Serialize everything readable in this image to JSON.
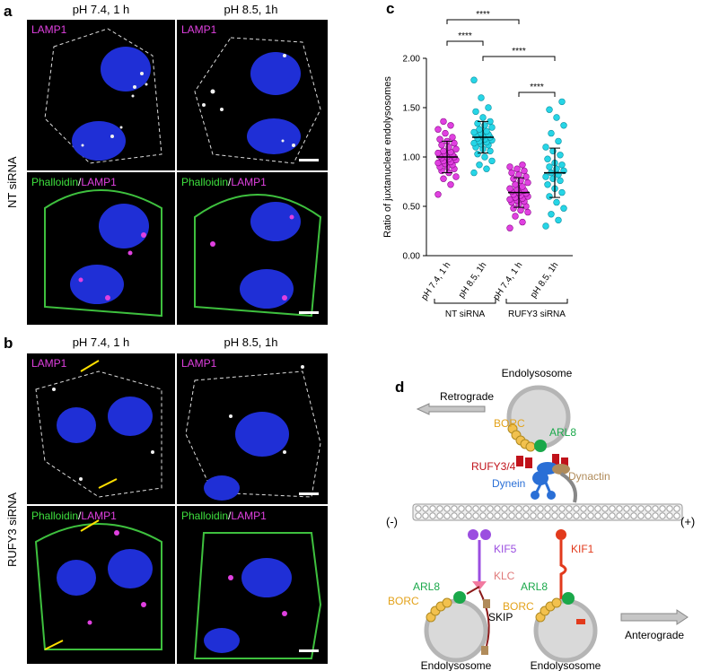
{
  "figure": {
    "panel_a": {
      "letter": "a",
      "col_labels": [
        "pH 7.4, 1 h",
        "pH 8.5, 1h"
      ],
      "row_label": "NT siRNA",
      "top_label": "LAMP1",
      "bottom_label_green": "Phalloidin",
      "bottom_label_sep": "/",
      "bottom_label_magenta": "LAMP1"
    },
    "panel_b": {
      "letter": "b",
      "col_labels": [
        "pH 7.4, 1 h",
        "pH 8.5, 1h"
      ],
      "row_label": "RUFY3 siRNA",
      "top_label": "LAMP1",
      "bottom_label_green": "Phalloidin",
      "bottom_label_sep": "/",
      "bottom_label_magenta": "LAMP1"
    },
    "panel_c": {
      "letter": "c"
    },
    "panel_d": {
      "letter": "d",
      "labels": {
        "endolysosome_top": "Endolysosome",
        "retrograde": "Retrograde",
        "borc_top": "BORC",
        "arl8_top": "ARL8",
        "rufy": "RUFY3/4",
        "dynein": "Dynein",
        "dynactin": "Dynactin",
        "minus": "(-)",
        "plus": "(+)",
        "kif5": "KIF5",
        "klc": "KLC",
        "kif1": "KIF1",
        "arl8_left": "ARL8",
        "borc_left": "BORC",
        "skip": "SKIP",
        "arl8_right": "ARL8",
        "borc_right": "BORC",
        "anterograde": "Anterograde",
        "endolysosome_left": "Endolysosome",
        "endolysosome_right": "Endolysosome"
      }
    },
    "colors": {
      "magenta": "#e040e0",
      "cyan": "#26d5e6",
      "green": "#3ee03e",
      "nucleus_blue": "#1f2fd6",
      "borc": "#f2c14e",
      "arl8": "#1aa84a",
      "rufy": "#c0121a",
      "dynein": "#2a6fd6",
      "dynactin": "#b08b5a",
      "kif5": "#9b4ee0",
      "kif1": "#e23a1c"
    }
  },
  "chart_data": {
    "type": "scatter",
    "title": "",
    "ylabel": "Ratio of juxtanuclear endolysosomes",
    "ylim": [
      0.0,
      2.0
    ],
    "yticks": [
      "0.00",
      "0.50",
      "1.00",
      "1.50",
      "2.00"
    ],
    "categories": [
      "pH 7.4, 1 h",
      "pH 8.5, 1h",
      "pH 7.4, 1 h",
      "pH 8.5, 1h"
    ],
    "groups": [
      {
        "label": "NT siRNA",
        "categories": [
          0,
          1
        ]
      },
      {
        "label": "RUFY3 siRNA",
        "categories": [
          2,
          3
        ]
      }
    ],
    "series": [
      {
        "mean": 1.0,
        "sd": 0.16,
        "color": "magenta",
        "values": [
          0.62,
          0.72,
          0.78,
          0.8,
          0.84,
          0.86,
          0.88,
          0.9,
          0.9,
          0.92,
          0.93,
          0.94,
          0.95,
          0.96,
          0.97,
          0.98,
          0.99,
          1.0,
          1.0,
          1.01,
          1.02,
          1.03,
          1.04,
          1.05,
          1.06,
          1.08,
          1.1,
          1.12,
          1.14,
          1.16,
          1.18,
          1.2,
          1.24,
          1.28,
          1.32,
          1.36
        ]
      },
      {
        "mean": 1.2,
        "sd": 0.16,
        "color": "cyan",
        "values": [
          0.84,
          0.88,
          0.92,
          0.96,
          1.0,
          1.03,
          1.06,
          1.08,
          1.1,
          1.12,
          1.13,
          1.14,
          1.15,
          1.16,
          1.17,
          1.18,
          1.19,
          1.2,
          1.21,
          1.22,
          1.23,
          1.24,
          1.25,
          1.26,
          1.28,
          1.3,
          1.32,
          1.34,
          1.36,
          1.4,
          1.46,
          1.5,
          1.6,
          1.78
        ]
      },
      {
        "mean": 0.64,
        "sd": 0.15,
        "color": "magenta",
        "values": [
          0.28,
          0.34,
          0.4,
          0.44,
          0.46,
          0.48,
          0.5,
          0.52,
          0.54,
          0.55,
          0.56,
          0.57,
          0.58,
          0.59,
          0.6,
          0.61,
          0.62,
          0.63,
          0.64,
          0.65,
          0.66,
          0.67,
          0.68,
          0.7,
          0.72,
          0.74,
          0.76,
          0.78,
          0.8,
          0.82,
          0.84,
          0.86,
          0.88,
          0.9,
          0.92
        ]
      },
      {
        "mean": 0.84,
        "sd": 0.25,
        "color": "cyan",
        "values": [
          0.3,
          0.36,
          0.42,
          0.48,
          0.54,
          0.6,
          0.64,
          0.68,
          0.72,
          0.76,
          0.78,
          0.8,
          0.82,
          0.84,
          0.86,
          0.88,
          0.9,
          0.92,
          0.94,
          0.98,
          1.02,
          1.06,
          1.1,
          1.16,
          1.24,
          1.32,
          1.4,
          1.48,
          1.56
        ]
      }
    ],
    "significance": [
      {
        "from": 0,
        "to": 1,
        "label": "****"
      },
      {
        "from": 0,
        "to": 2,
        "label": "****"
      },
      {
        "from": 1,
        "to": 3,
        "label": "****"
      },
      {
        "from": 2,
        "to": 3,
        "label": "****"
      }
    ]
  }
}
